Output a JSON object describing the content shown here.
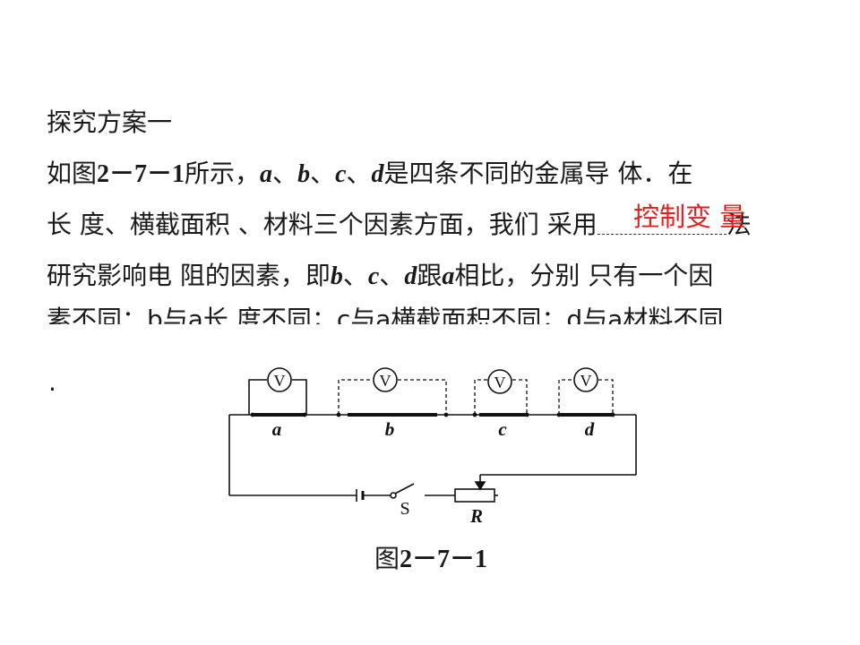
{
  "heading": "探究方案一",
  "para1": {
    "p1": "如图",
    "fig_ref": "2－7－1",
    "p2": "所示，",
    "a": "a",
    "s1": "、",
    "b": "b",
    "s2": "、",
    "c": "c",
    "s3": "、",
    "d": "d",
    "p3": "是四条不同的金属导 体．在"
  },
  "para2": {
    "p1": "长 度、横截面积 、材料三个因素方面，我们 采用",
    "p2": "法"
  },
  "answer": "控制变 量",
  "para3": {
    "p1": "研究影响电 阻的因素，即",
    "b": "b",
    "s1": "、",
    "c": "c",
    "s2": "、",
    "d": "d",
    "p2": "跟",
    "a": "a",
    "p3": "相比，分别 只有一个因"
  },
  "para4_partial": "素不同：b与a长 度不同；c与a横截面积不同；d与a材料不同",
  "period": ".",
  "circuit": {
    "resistors": [
      {
        "label": "a",
        "voltmeter": "V",
        "connected": true
      },
      {
        "label": "b",
        "voltmeter": "V",
        "connected": false
      },
      {
        "label": "c",
        "voltmeter": "V",
        "connected": false
      },
      {
        "label": "d",
        "voltmeter": "V",
        "connected": false
      }
    ],
    "switch_label": "S",
    "rheostat_label": "R"
  },
  "caption": {
    "p1": "图",
    "p2": "2－7－1"
  }
}
